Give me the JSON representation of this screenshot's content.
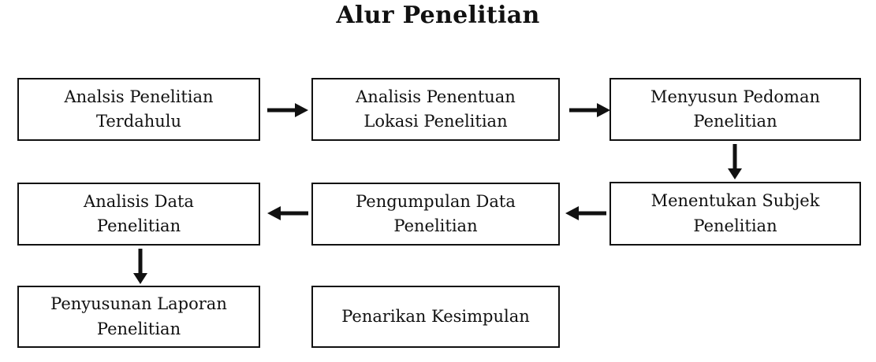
{
  "page": {
    "title": "Alur Penelitian"
  },
  "colors": {
    "text": "#111111",
    "box_border": "#111111",
    "background": "#ffffff",
    "arrow": "#111111"
  },
  "diagram": {
    "type": "flowchart",
    "nodes": [
      {
        "id": "analsis-penelitian-terdahulu",
        "label": "Analsis Penelitian\nTerdahulu",
        "row": 1,
        "col": 1
      },
      {
        "id": "analisis-penentuan-lokasi",
        "label": "Analisis Penentuan\nLokasi Penelitian",
        "row": 1,
        "col": 2
      },
      {
        "id": "menyusun-pedoman",
        "label": "Menyusun Pedoman\nPenelitian",
        "row": 1,
        "col": 3
      },
      {
        "id": "analisis-data",
        "label": "Analisis Data\nPenelitian",
        "row": 2,
        "col": 1
      },
      {
        "id": "pengumpulan-data",
        "label": "Pengumpulan Data\nPenelitian",
        "row": 2,
        "col": 2
      },
      {
        "id": "menentukan-subjek",
        "label": "Menentukan Subjek\nPenelitian",
        "row": 2,
        "col": 3
      },
      {
        "id": "penyusunan-laporan",
        "label": "Penyusunan Laporan\nPenelitian",
        "row": 3,
        "col": 1
      },
      {
        "id": "penarikan-kesimpulan",
        "label": "Penarikan Kesimpulan",
        "row": 3,
        "col": 2
      }
    ],
    "edges": [
      {
        "from": "analsis-penelitian-terdahulu",
        "to": "analisis-penentuan-lokasi",
        "direction": "right"
      },
      {
        "from": "analisis-penentuan-lokasi",
        "to": "menyusun-pedoman",
        "direction": "right"
      },
      {
        "from": "menyusun-pedoman",
        "to": "menentukan-subjek",
        "direction": "down"
      },
      {
        "from": "menentukan-subjek",
        "to": "pengumpulan-data",
        "direction": "left"
      },
      {
        "from": "pengumpulan-data",
        "to": "analisis-data",
        "direction": "left"
      },
      {
        "from": "analisis-data",
        "to": "penyusunan-laporan",
        "direction": "down"
      }
    ]
  }
}
